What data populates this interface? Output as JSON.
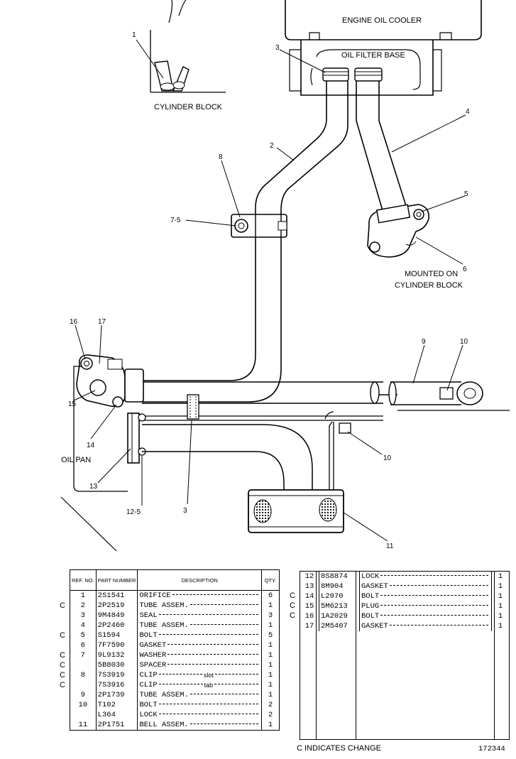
{
  "diagram": {
    "engine_oil_cooler": "ENGINE OIL COOLER",
    "oil_filter_base": "OIL FILTER BASE",
    "cylinder_block": "CYLINDER BLOCK",
    "mounted_on_1": "MOUNTED ON",
    "mounted_on_2": "CYLINDER BLOCK",
    "oil_pan": "OIL PAN",
    "callouts": {
      "c1": "1",
      "c2": "2",
      "c3a": "3",
      "c3b": "3",
      "c4": "4",
      "c5": "5",
      "c6": "6",
      "c75": "7-5",
      "c8": "8",
      "c9": "9",
      "c10a": "10",
      "c10b": "10",
      "c11": "11",
      "c125": "12-5",
      "c13": "13",
      "c14": "14",
      "c15": "15",
      "c16": "16",
      "c17": "17"
    }
  },
  "table_left": {
    "headers": {
      "ref": "REF. NO.",
      "part": "PART NUMBER",
      "desc": "DESCRIPTION",
      "qty": "QTY."
    },
    "rows": [
      {
        "chg": "",
        "ref": "1",
        "part": "2S1541",
        "desc": "ORIFICE",
        "qty": "6"
      },
      {
        "chg": "C",
        "ref": "2",
        "part": "2P2519",
        "desc": "TUBE ASSEM.",
        "qty": "1"
      },
      {
        "chg": "",
        "ref": "3",
        "part": "9M4849",
        "desc": "SEAL",
        "qty": "3"
      },
      {
        "chg": "",
        "ref": "4",
        "part": "2P2460",
        "desc": "TUBE ASSEM.",
        "qty": "1"
      },
      {
        "chg": "C",
        "ref": "5",
        "part": "S1594",
        "desc": "BOLT",
        "qty": "5"
      },
      {
        "chg": "",
        "ref": "6",
        "part": "7F7590",
        "desc": "GASKET",
        "qty": "1"
      },
      {
        "chg": "C",
        "ref": "7",
        "part": "9L9132",
        "desc": "WASHER",
        "qty": "1"
      },
      {
        "chg": "C",
        "ref": "",
        "part": "5B8030",
        "desc": "SPACER",
        "qty": "1"
      },
      {
        "chg": "C",
        "ref": "8",
        "part": "7S3919",
        "desc": "CLIP",
        "note": "slot",
        "qty": "1"
      },
      {
        "chg": "C",
        "ref": "",
        "part": "7S3916",
        "desc": "CLIP",
        "note": "tab",
        "qty": "1"
      },
      {
        "chg": "",
        "ref": "9",
        "part": "2P1739",
        "desc": "TUBE ASSEM.",
        "qty": "1"
      },
      {
        "chg": "",
        "ref": "10",
        "part": "T102",
        "desc": "BOLT",
        "qty": "2"
      },
      {
        "chg": "",
        "ref": "",
        "part": "L364",
        "desc": "LOCK",
        "qty": "2"
      },
      {
        "chg": "",
        "ref": "11",
        "part": "2P1751",
        "desc": "BELL ASSEM.",
        "qty": "1"
      }
    ]
  },
  "table_right": {
    "rows": [
      {
        "chg": "",
        "ref": "12",
        "part": "8S8874",
        "desc": "LOCK",
        "qty": "1"
      },
      {
        "chg": "",
        "ref": "13",
        "part": "8M904",
        "desc": "GASKET",
        "qty": "1"
      },
      {
        "chg": "C",
        "ref": "14",
        "part": "L2070",
        "desc": "BOLT",
        "qty": "1"
      },
      {
        "chg": "C",
        "ref": "15",
        "part": "5M6213",
        "desc": "PLUG",
        "qty": "1"
      },
      {
        "chg": "C",
        "ref": "16",
        "part": "1A2029",
        "desc": "BOLT",
        "qty": "1"
      },
      {
        "chg": "",
        "ref": "17",
        "part": "2M5407",
        "desc": "GASKET",
        "qty": "1"
      }
    ]
  },
  "footer": {
    "note": "C INDICATES CHANGE",
    "doc_number": "172344"
  }
}
